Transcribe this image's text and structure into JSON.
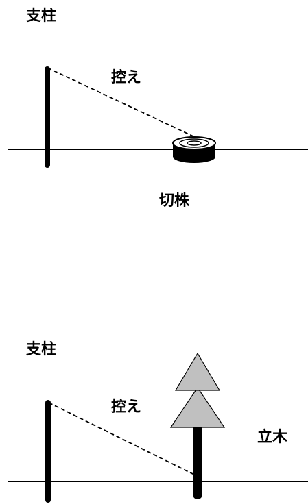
{
  "panel_top": {
    "pole_label": "支柱",
    "guy_label": "控え",
    "anchor_label": "切株"
  },
  "panel_bottom": {
    "pole_label": "支柱",
    "guy_label": "控え",
    "anchor_label": "立木"
  },
  "colors": {
    "line": "#000000",
    "tree_foliage": "#c0c0c0",
    "background": "#ffffff"
  },
  "icons": {
    "stump": "tree-stump-icon",
    "tree": "tree-icon"
  }
}
